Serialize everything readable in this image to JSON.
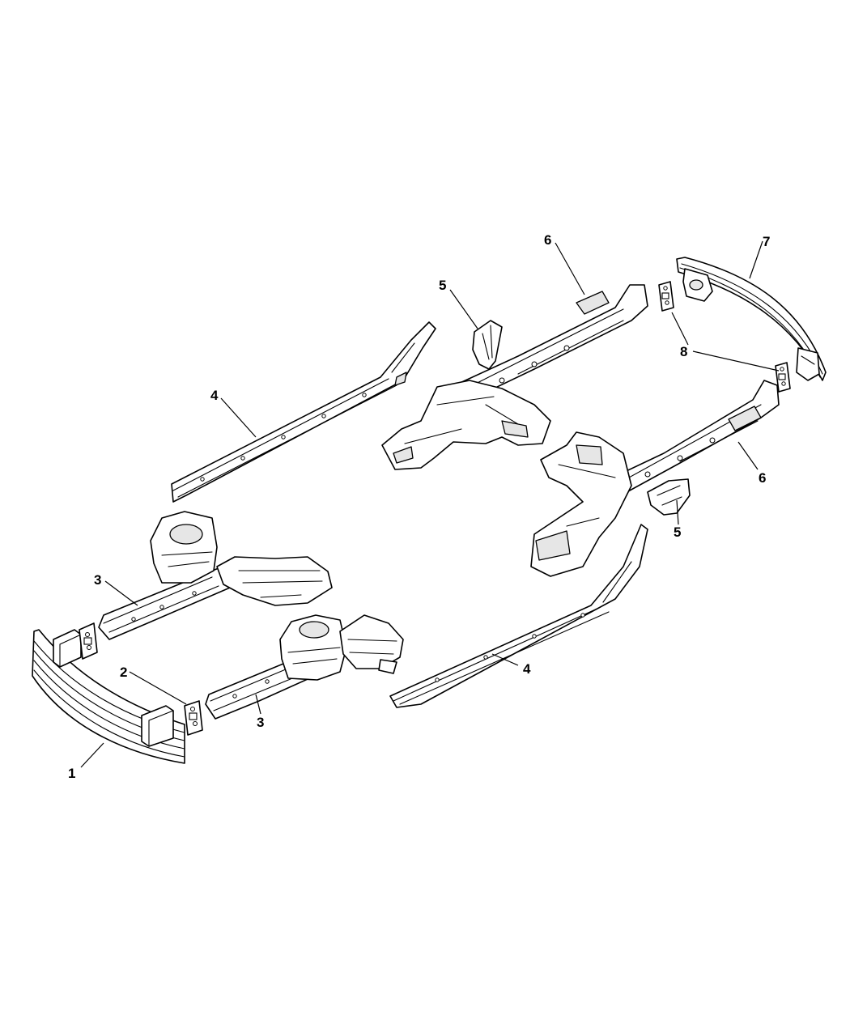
{
  "callouts": {
    "c1": "1",
    "c2": "2",
    "c3a": "3",
    "c3b": "3",
    "c4a": "4",
    "c4b": "4",
    "c5a": "5",
    "c5b": "5",
    "c6a": "6",
    "c6b": "6",
    "c7": "7",
    "c8a": "8"
  }
}
